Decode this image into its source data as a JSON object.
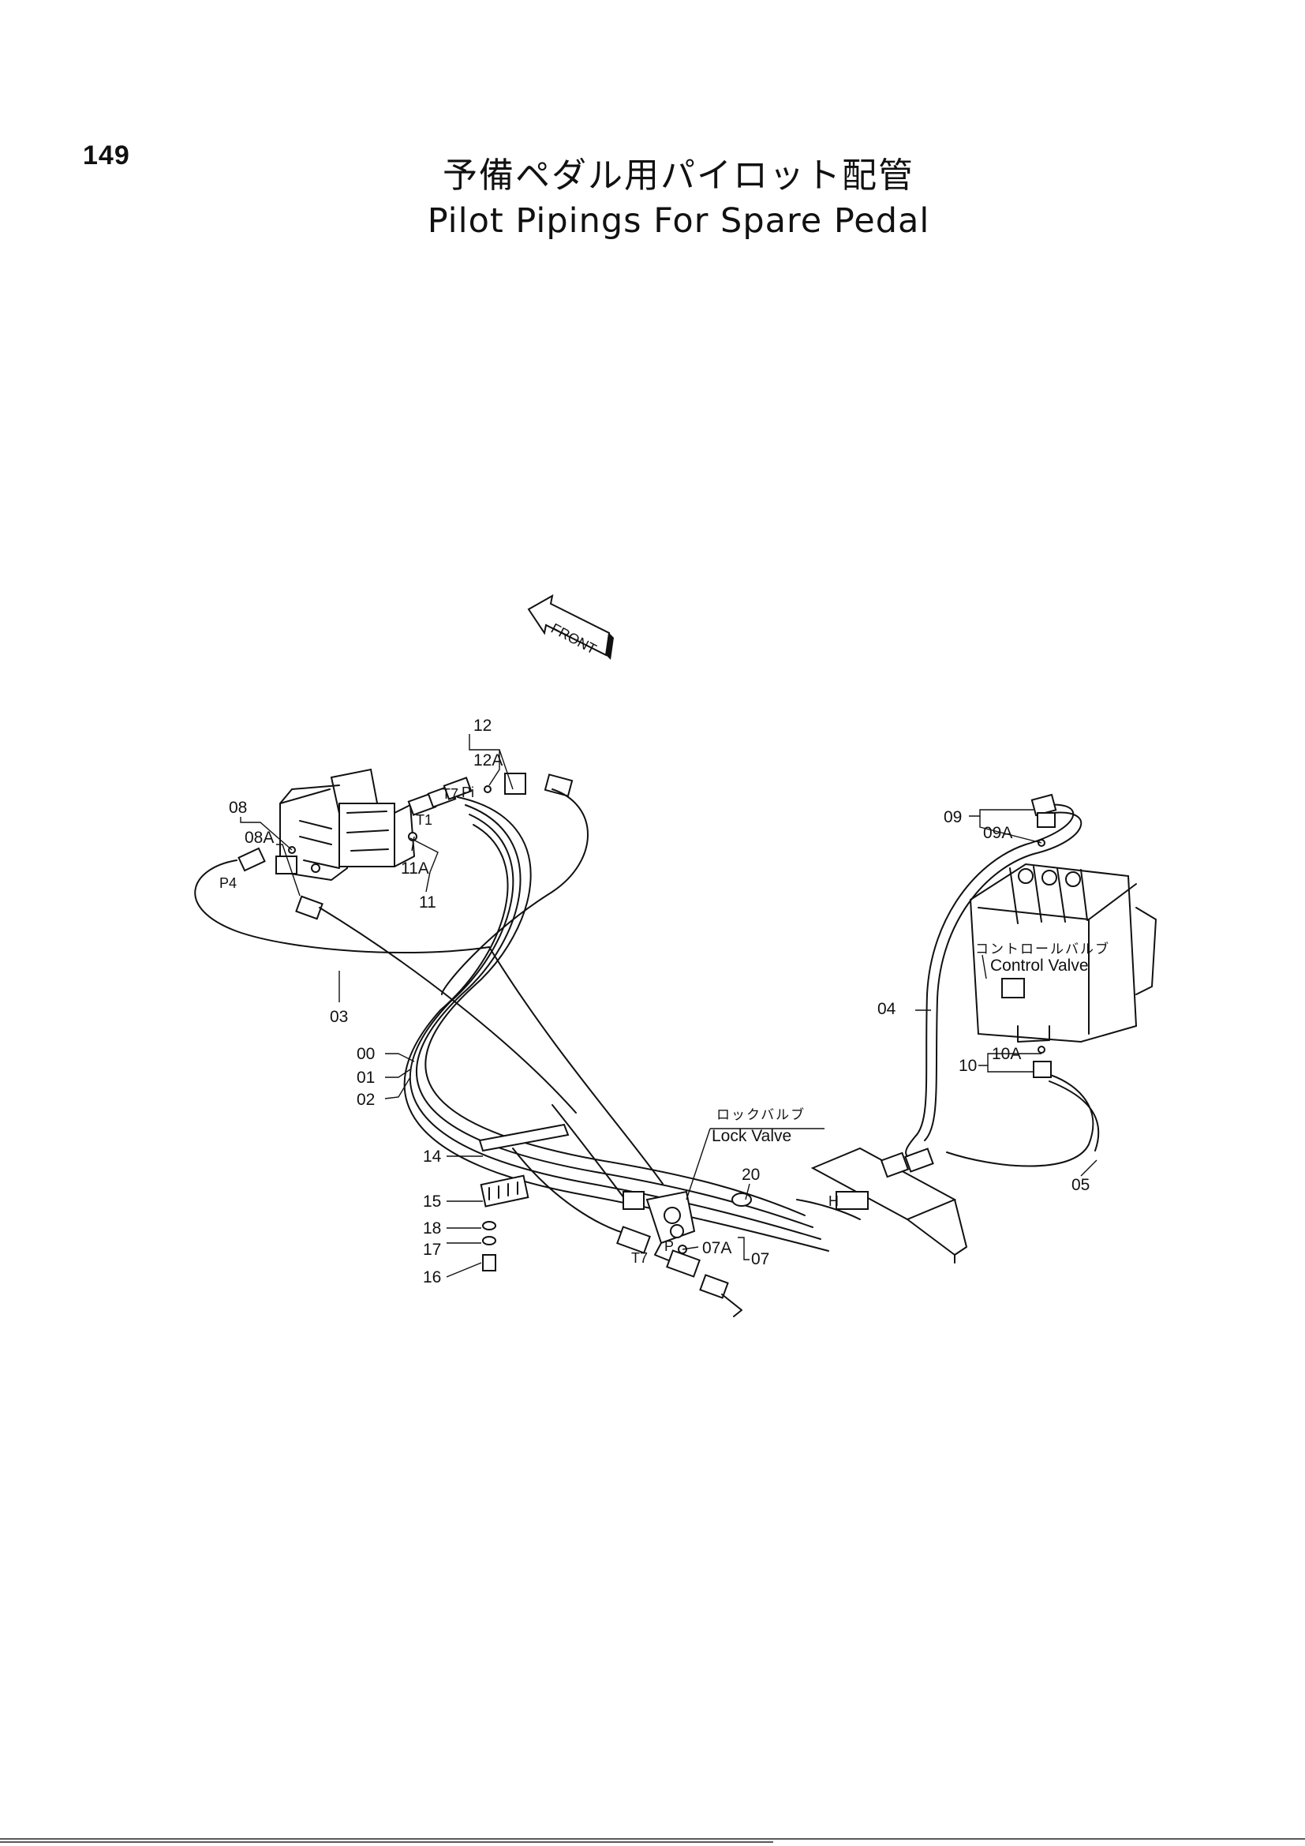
{
  "page": {
    "number": "149",
    "title_jp": "予備ペダル用パイロット配管",
    "title_en": "Pilot Pipings For Spare Pedal"
  },
  "diagram": {
    "front_arrow_label": "FRONT",
    "components": {
      "control_valve_jp": "コントロールバルブ",
      "control_valve_en": "Control Valve",
      "lock_valve_jp": "ロックバルブ",
      "lock_valve_en": "Lock Valve"
    },
    "port_marks": [
      "T1",
      "T7",
      "Pi",
      "P4",
      "T7",
      "P",
      "H"
    ],
    "callouts": [
      "12",
      "12A",
      "08",
      "08A",
      "11A",
      "11",
      "03",
      "00",
      "01",
      "02",
      "14",
      "15",
      "18",
      "17",
      "16",
      "20",
      "07A",
      "07",
      "09",
      "09A",
      "04",
      "10A",
      "10",
      "05"
    ]
  }
}
